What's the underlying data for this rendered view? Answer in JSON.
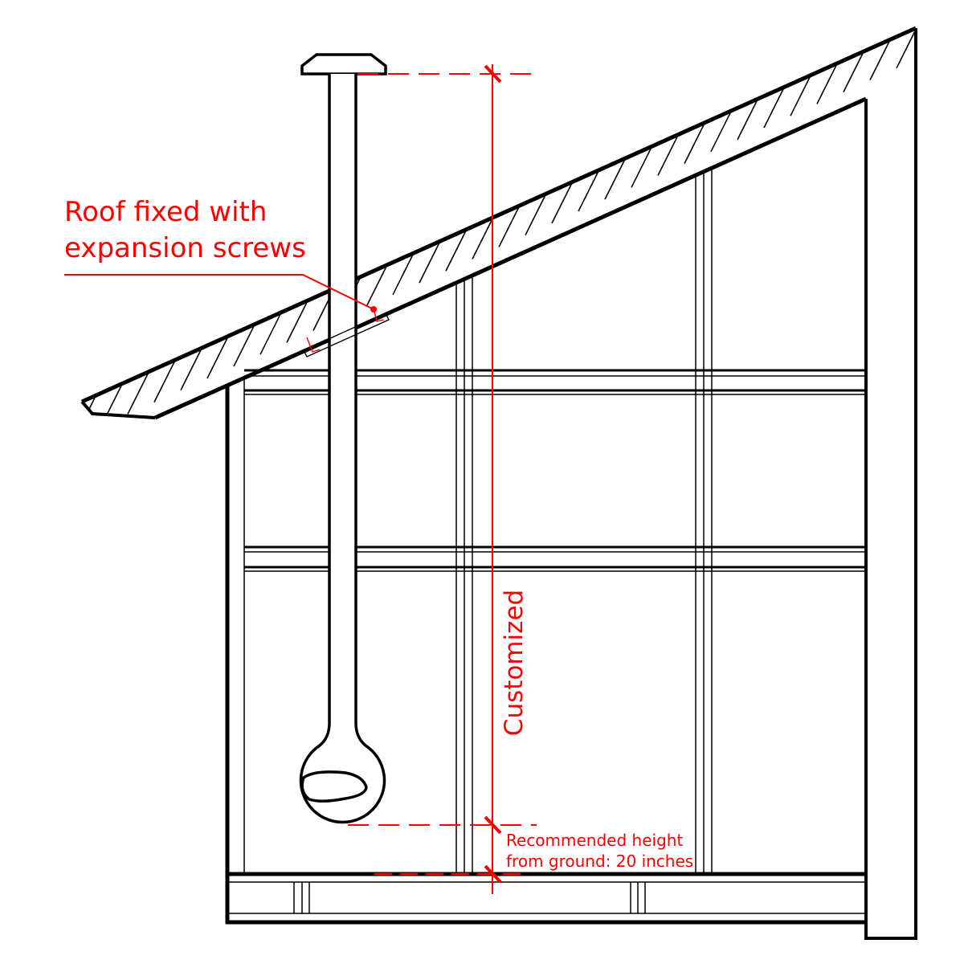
{
  "annotations": {
    "roof_note_line1": "Roof fixed with",
    "roof_note_line2": "expansion screws",
    "height_label": "Customized",
    "recommended_line1": "Recommended height",
    "recommended_line2": "from ground: 20 inches"
  },
  "colors": {
    "line": "#000000",
    "annotation": "#ff0000"
  }
}
